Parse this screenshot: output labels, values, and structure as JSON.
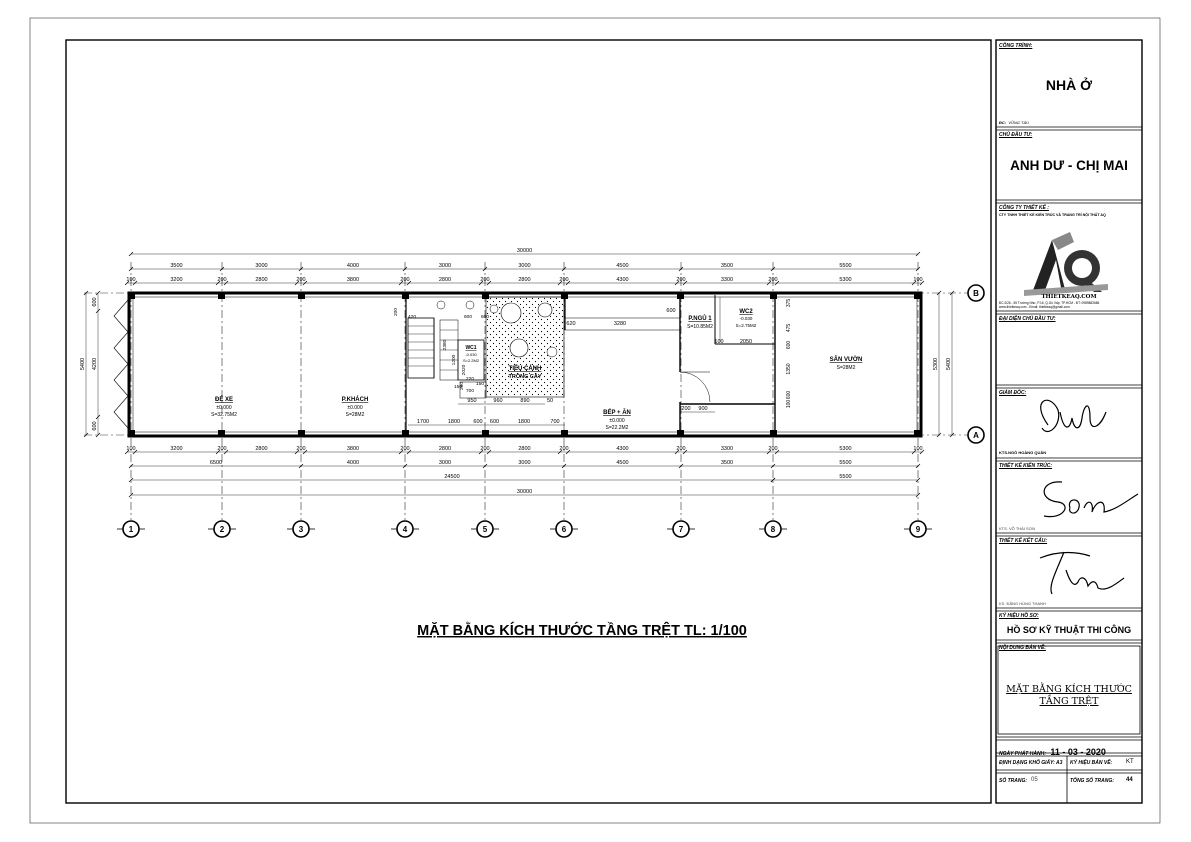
{
  "drawing_title": "MẶT BẰNG KÍCH THƯỚC TẦNG TRỆT TL: 1/100",
  "title_block": {
    "project_label": "CÔNG TRÌNH:",
    "project_name": "NHÀ Ở",
    "address_label": "ĐC:",
    "address": "VŨNG TÀU",
    "owner_label": "CHỦ ĐẦU TƯ:",
    "owner_name": "ANH DƯ - CHỊ MAI",
    "company_label": "CÔNG TY THIẾT KẾ :",
    "company_name": "CTY TNHH THIẾT KẾ KIẾN TRÚC VÀ TRANG TRÍ NỘI THẤT AQ",
    "logo_text": "AQ",
    "website": "THIETKEAQ.COM",
    "company_contact": "ĐC:2/26 - 55 Trường Như, P.16, Q.Gò Vấp, TP.HCM - ĐT: 0989883686",
    "company_email": "www.thietkeaq.com - Email: thietkeaq@gmail.com",
    "owner_rep_label": "ĐẠI DIỆN CHỦ ĐẦU TƯ:",
    "director_label": "GIÁM ĐỐC:",
    "director_name": "KTS.NGÔ HOÀNG QUÂN",
    "architect_label": "THIẾT KẾ KIẾN TRÚC:",
    "architect_name": "KTS. VÕ THÁI SƠN",
    "structure_label": "THIẾT KẾ KẾT CẤU:",
    "structure_name": "KS. ĐẶNG HÙNG THANH",
    "record_label": "KÝ HIỆU HỒ SƠ:",
    "record_value": "HỒ SƠ KỸ THUẬT THI CÔNG",
    "content_label": "NỘI DUNG BẢN VẼ:",
    "content_line1": "MẶT BẰNG KÍCH THƯỚC",
    "content_line2": "TẦNG TRỆT",
    "issue_date_label": "NGÀY PHÁT HÀNH:",
    "issue_date": "11 - 03 - 2020",
    "paper_label": "ĐỊNH DẠNG KHỔ GIẤY: A3",
    "sheet_code_label": "KÝ HIỆU BẢN VẼ:",
    "sheet_code": "KT",
    "page_no_label": "SỐ TRANG:",
    "page_no": "05",
    "total_pages_label": "TỔNG SỐ TRANG:",
    "total_pages": "44"
  },
  "plan": {
    "grid_axes": [
      "1",
      "2",
      "3",
      "4",
      "5",
      "6",
      "7",
      "8",
      "9"
    ],
    "row_axes": [
      "B",
      "A"
    ],
    "dims": {
      "overall": "30000",
      "top_spans": [
        "3500",
        "3000",
        "4000",
        "3000",
        "3000",
        "4500",
        "3500",
        "5500"
      ],
      "top_inner": [
        "3200",
        "2800",
        "3800",
        "2800",
        "2800",
        "4300",
        "3300",
        "5300"
      ],
      "column_w": "200",
      "end_w": "100",
      "bot_main": [
        "6500",
        "4000",
        "3000",
        "3000",
        "4500",
        "3500",
        "5500"
      ],
      "bot_24500": "24500",
      "bot_5500": "5500",
      "left": [
        "600",
        "4200",
        "600"
      ],
      "left_total": "5400",
      "right_total": "5400",
      "right_inner": "5300",
      "inner_a": [
        "1700",
        "1800",
        "600",
        "600",
        "1800",
        "700"
      ],
      "inner_b": [
        "950",
        "960",
        "890",
        "50"
      ],
      "inner_c": [
        "620",
        "3280",
        "600"
      ],
      "inner_d": [
        "200",
        "900"
      ],
      "inner_e": [
        "100",
        "2050"
      ],
      "inner_f": [
        "375",
        "475",
        "600",
        "1350",
        "600",
        "100"
      ],
      "inner_g": [
        "420",
        "200",
        "600",
        "600",
        "2380",
        "1200",
        "2020",
        "700",
        "250",
        "150",
        "220",
        "150"
      ]
    },
    "rooms": [
      {
        "name": "ĐỂ XE",
        "level": "±0.000",
        "area": "S=32.75M2"
      },
      {
        "name": "P.KHÁCH",
        "level": "±0.000",
        "area": "S=28M2"
      },
      {
        "name": "WC1",
        "level": "-0.030",
        "area": "S=2.2M2"
      },
      {
        "name": "TIỂU CẢNH",
        "level": "TRỒNG CÂY",
        "area": ""
      },
      {
        "name": "BẾP + ĂN",
        "level": "±0.000",
        "area": "S=22.2M2"
      },
      {
        "name": "P.NGỦ 1",
        "level": "S=10.85M2",
        "area": ""
      },
      {
        "name": "WC2",
        "level": "-0.030",
        "area": "S=2.75M2"
      },
      {
        "name": "SÂN VƯỜN",
        "level": "S=28M2",
        "area": ""
      }
    ]
  },
  "colors": {
    "line": "#000000",
    "paper": "#ffffff"
  }
}
